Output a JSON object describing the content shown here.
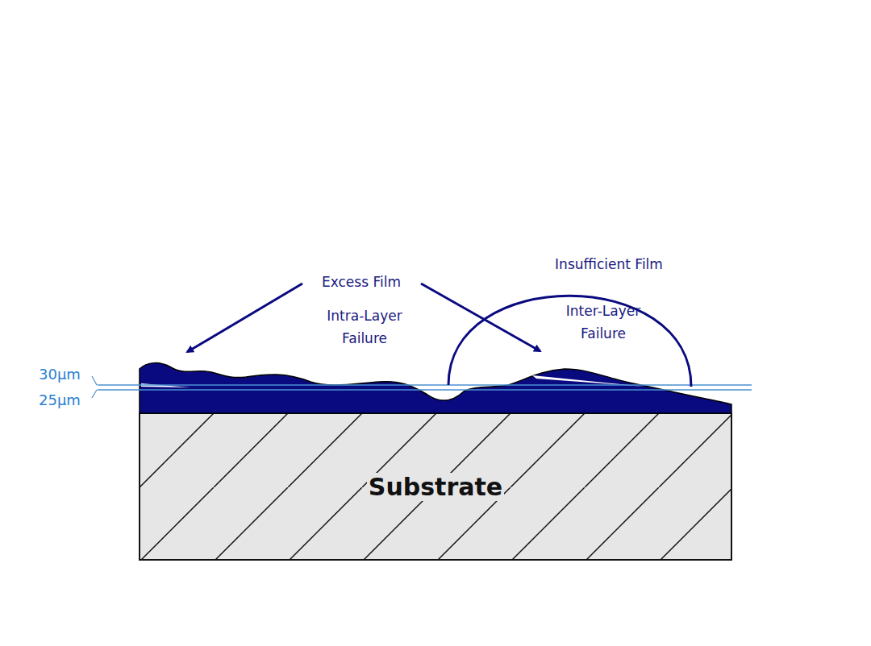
{
  "diagram": {
    "nodes": [
      {
        "text": [
          "Substrate"
        ]
      }
    ],
    "labels": [
      "Excess Film",
      "Intra-Layer Failure",
      "Insufficient Film",
      "Inter-Layer Failure",
      "30µm",
      "25µm"
    ]
  }
}
